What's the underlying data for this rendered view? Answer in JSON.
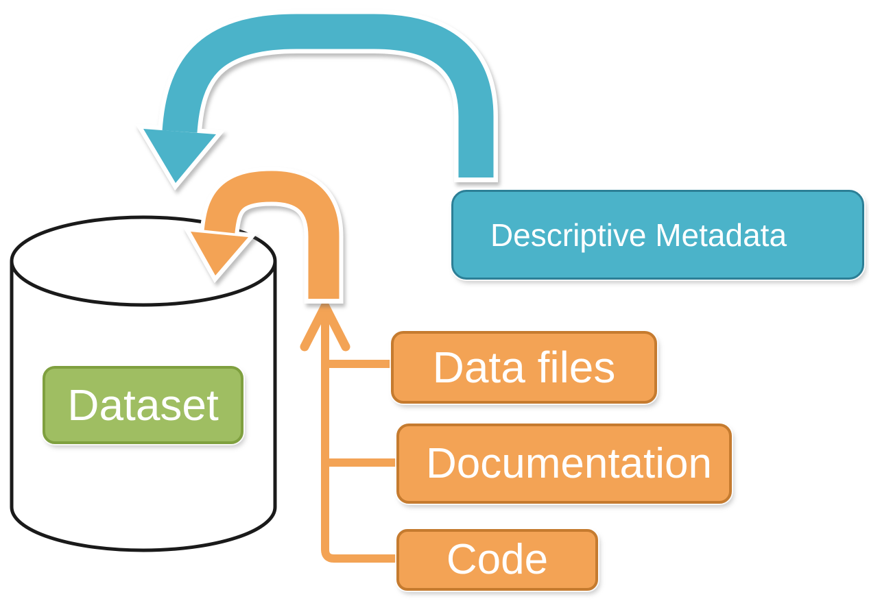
{
  "colors": {
    "paper": "#FFFFFF",
    "teal": "#4BB3C9",
    "teal_border": "#2C7F96",
    "orange": "#F3A355",
    "orange_border": "#C57B2F",
    "green": "#9FBE62",
    "green_border": "#7FA03F",
    "label_text": "#FFFFFF",
    "cylinder_ink": "#1A1A1A",
    "arrow_outline": "#FFFFFF"
  },
  "nodes": {
    "dataset": {
      "label": "Dataset"
    },
    "descriptive_metadata": {
      "label": "Descriptive Metadata"
    },
    "data_files": {
      "label": "Data files"
    },
    "documentation": {
      "label": "Documentation"
    },
    "code": {
      "label": "Code"
    }
  },
  "relations": [
    {
      "name": "metadata-into-dataset-arrow",
      "from": "descriptive_metadata",
      "to": "dataset",
      "color": "#4BB3C9",
      "style": "large curved block arrow pointing down into the dataset cylinder"
    },
    {
      "name": "contents-into-dataset-arrow",
      "from": "contents-merge-spine",
      "to": "dataset",
      "color": "#F3A355",
      "style": "small curved block arrow pointing down into the dataset cylinder"
    },
    {
      "name": "contents-merge-spine",
      "from": "data_files, documentation, code",
      "to": "contents-into-dataset-arrow",
      "color": "#F3A355",
      "style": "upward line arrow with three horizontal branches"
    }
  ]
}
